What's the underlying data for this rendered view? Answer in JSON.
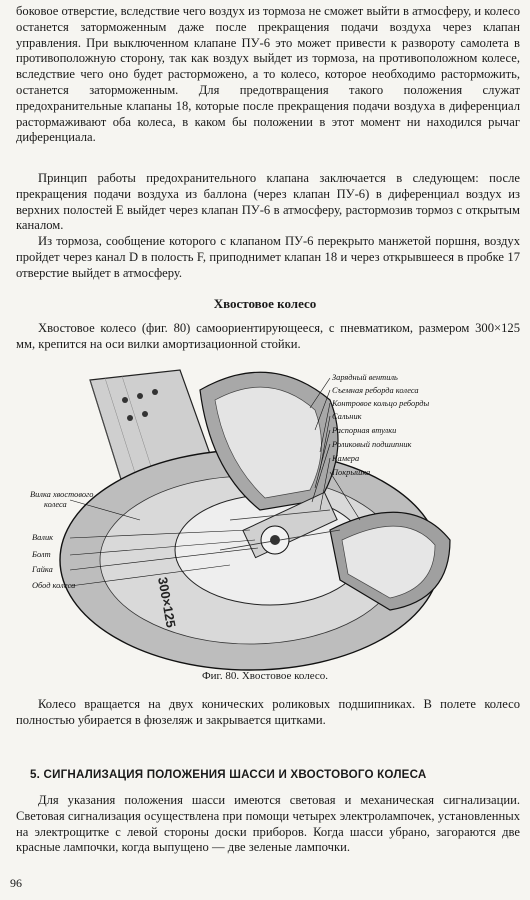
{
  "paragraphs": {
    "p1": "боковое отверстие, вследствие чего воздух из тормоза не сможет выйти в атмосферу, и колесо останется заторможенным даже после прекращения подачи воздуха через клапан управления. При выключенном клапане ПУ-6 это может привести к развороту самолета в противоположную сторону, так как воздух выйдет из тормоза, на противоположном колесе, вследствие чего оно будет расторможено, а то колесо, которое необходимо расторможить, останется заторможенным. Для предотвращения такого положения служат предохранительные клапаны 18, которые после прекращения подачи воздуха в диференциал растормаживают оба колеса, в каком бы положении в этот момент ни находился рычаг диференциала.",
    "p2": "Принцип работы предохранительного клапана заключается в следующем: после прекращения подачи воздуха из баллона (через клапан ПУ-6) в диференциал воздух из верхних полостей E выйдет через клапан ПУ-6 в атмосферу, растормозив тормоз с открытым каналом.",
    "p3": "Из тормоза, сообщение которого с клапаном ПУ-6 перекрыто манжетой поршня, воздух пройдет через канал D в полость F, приподнимет клапан 18 и через открывшееся в пробке 17 отверстие выйдет в атмосферу.",
    "p4": "Хвостовое колесо (фиг. 80) самоориентирующееся, с пневматиком, размером 300×125 мм, крепится на оси вилки амортизационной стойки.",
    "p5": "Колесо вращается на двух конических роликовых подшипниках. В полете колесо полностью убирается в фюзеляж и закрывается щитками.",
    "p6": "Для указания положения шасси имеются световая и механическая сигнализации. Световая сигнализация осуществлена при помощи четырех электролампочек, установленных на электрощитке с левой стороны доски приборов. Когда шасси убрано, загораются две красные лампочки, когда выпущено — две зеленые лампочки."
  },
  "headings": {
    "tail_wheel": "Хвостовое колесо",
    "section5": "5. СИГНАЛИЗАЦИЯ ПОЛОЖЕНИЯ ШАССИ И ХВОСТОВОГО КОЛЕСА"
  },
  "figure": {
    "caption": "Фиг. 80. Хвостовое колесо.",
    "labels_right": [
      "Зарядный вентиль",
      "Съемная реборда колеса",
      "Контровое кольцо реборды",
      "Сальник",
      "Распорная втулки",
      "Роликовый подшипник",
      "Камера",
      "Покрышка"
    ],
    "labels_left": [
      "Вилка хвостового колеса",
      "Валик",
      "Болт",
      "Гайка",
      "Обод колеса"
    ],
    "tire_marking": "300×125"
  },
  "page_number": "96"
}
